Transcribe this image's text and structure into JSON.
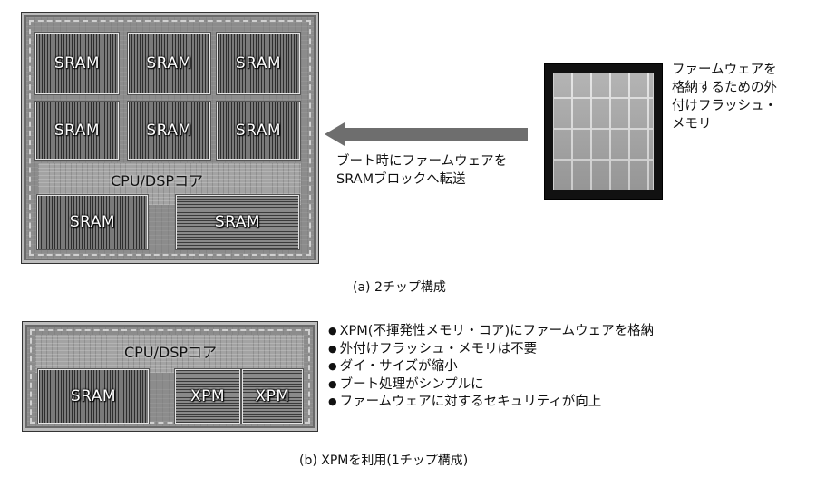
{
  "diagram_a": {
    "chip": {
      "sram_blocks": [
        {
          "label": "SRAM"
        },
        {
          "label": "SRAM"
        },
        {
          "label": "SRAM"
        },
        {
          "label": "SRAM"
        },
        {
          "label": "SRAM"
        },
        {
          "label": "SRAM"
        },
        {
          "label": "SRAM"
        },
        {
          "label": "SRAM"
        }
      ],
      "core_label": "CPU/DSPコア"
    },
    "arrow_note": [
      "ブート時にファームウェアを",
      "SRAMブロックへ転送"
    ],
    "flash_note": [
      "ファームウェアを",
      "格納するための外",
      "付けフラッシュ・",
      "メモリ"
    ],
    "caption": "(a) 2チップ構成"
  },
  "diagram_b": {
    "chip": {
      "core_label": "CPU/DSPコア",
      "sram_label": "SRAM",
      "xpm_labels": [
        "XPM",
        "XPM"
      ]
    },
    "bullets": [
      "XPM(不揮発性メモリ・コア)にファームウェアを格納",
      "外付けフラッシュ・メモリは不要",
      "ダイ・サイズが縮小",
      "ブート処理がシンプルに",
      "ファームウェアに対するセキュリティが向上"
    ],
    "caption": "(b) XPMを利用(1チップ構成)"
  }
}
